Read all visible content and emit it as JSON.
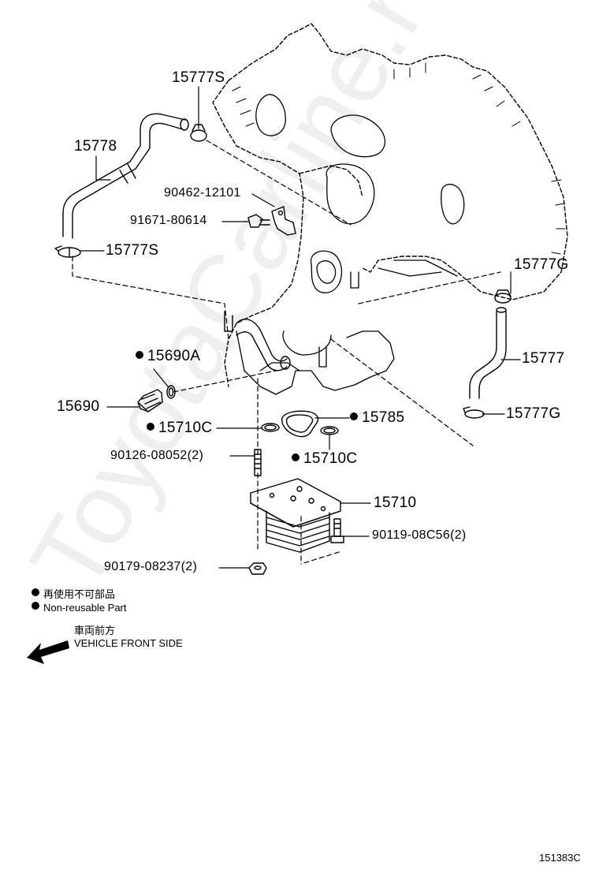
{
  "labels": {
    "p15777S_top": "15777S",
    "p15778": "15778",
    "p90462": "90462-12101",
    "p91671": "91671-80614",
    "p15777S_mid": "15777S",
    "p15777G_top": "15777G",
    "p15777": "15777",
    "p15690A": "15690A",
    "p15690": "15690",
    "p15777G_bot": "15777G",
    "p15710C_left": "15710C",
    "p15785": "15785",
    "p90126": "90126-08052(2)",
    "p15710C_right": "15710C",
    "p15710": "15710",
    "p90119": "90119-08C56(2)",
    "p90179": "90179-08237(2)"
  },
  "legend": {
    "jp": "再使用不可部品",
    "en": "Non-reusable Part"
  },
  "direction": {
    "jp": "車両前方",
    "en": "VEHICLE FRONT SIDE"
  },
  "diagram_code": "151383C",
  "watermark": "ToyotaCarline.ru",
  "colors": {
    "line": "#000000",
    "background": "#ffffff"
  }
}
